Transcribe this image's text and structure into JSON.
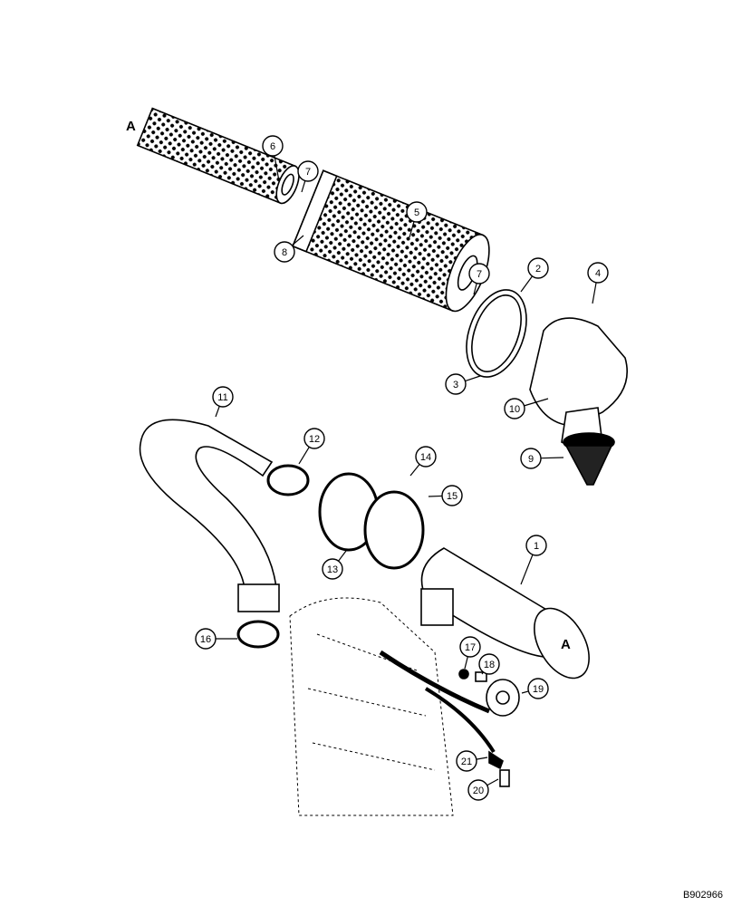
{
  "diagram": {
    "connection_markers": [
      "A",
      "A"
    ],
    "callouts": [
      "6",
      "7",
      "8",
      "5",
      "7",
      "2",
      "4",
      "3",
      "10",
      "9",
      "11",
      "12",
      "14",
      "15",
      "13",
      "1",
      "16",
      "17",
      "18",
      "19",
      "21",
      "20"
    ],
    "figure_id": "B902966"
  }
}
